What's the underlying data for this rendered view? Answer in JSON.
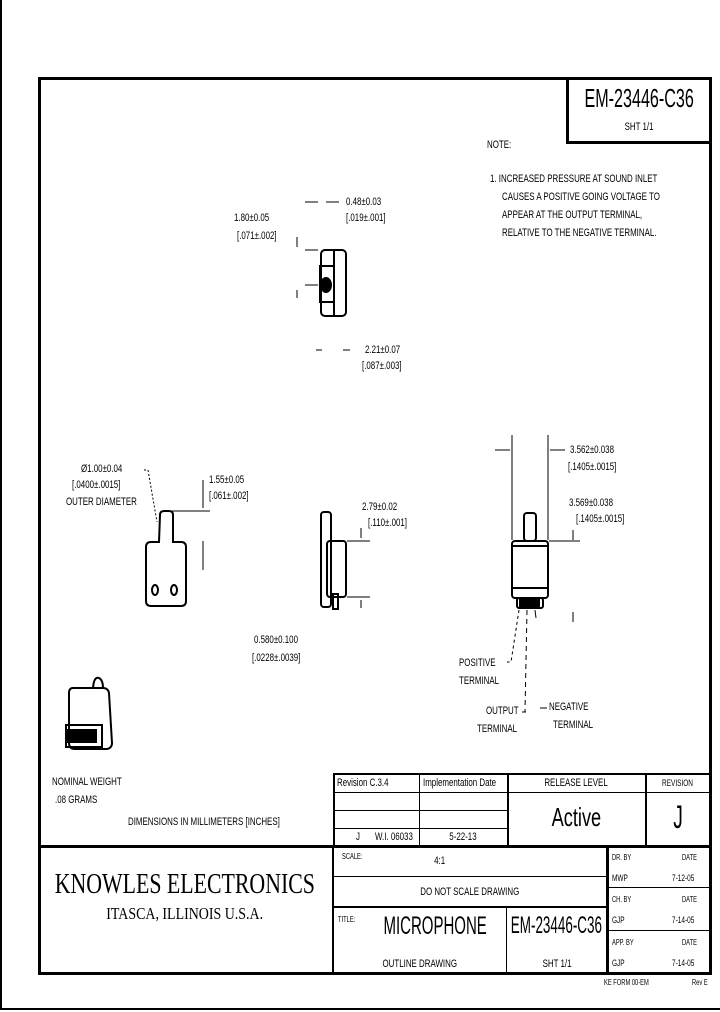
{
  "drawing": {
    "part_number": "EM-23446-C36",
    "sheet": "SHT 1/1",
    "notes": {
      "heading": "NOTE:",
      "lines": [
        "1. INCREASED PRESSURE AT SOUND INLET",
        "CAUSES A POSITIVE GOING VOLTAGE TO",
        "APPEAR AT THE OUTPUT TERMINAL,",
        "RELATIVE TO THE NEGATIVE TERMINAL."
      ]
    },
    "dimensions": {
      "top_width": [
        "0.48±0.03",
        "[.019±.001]"
      ],
      "top_height": [
        "1.80±0.05",
        "[.071±.002]"
      ],
      "top_depth": [
        "2.21±0.07",
        "[.087±.003]"
      ],
      "inlet_diameter": [
        "Ø1.00±0.04",
        "[.0400±.0015]",
        "OUTER DIAMETER"
      ],
      "tube_length": [
        "1.55±0.05",
        "[.061±.002]"
      ],
      "side_height": [
        "2.79±0.02",
        "[.110±.001]"
      ],
      "side_thickness": [
        "0.580±0.100",
        "[.0228±.0039]"
      ],
      "front_width": [
        "3.562±0.038",
        "[.1405±.0015]"
      ],
      "front_height": [
        "3.569±0.038",
        "[.1405±.0015]"
      ]
    },
    "terminals": {
      "positive": [
        "POSITIVE",
        "TERMINAL"
      ],
      "output": [
        "OUTPUT",
        "TERMINAL"
      ],
      "negative": [
        "NEGATIVE",
        "TERMINAL"
      ]
    },
    "weight": [
      "NOMINAL WEIGHT",
      ".08 GRAMS"
    ],
    "units_note": "DIMENSIONS IN MILLIMETERS [INCHES]"
  },
  "revision_table": {
    "headers": [
      "Revision C.3.4",
      "Implementation Date",
      "RELEASE LEVEL",
      "REVISION"
    ],
    "row": [
      "J",
      "W.I. 06033",
      "5-22-13"
    ],
    "release_level": "Active",
    "revision": "J"
  },
  "title_block": {
    "company": "KNOWLES ELECTRONICS",
    "location": "ITASCA, ILLINOIS U.S.A.",
    "scale_label": "SCALE:",
    "scale": "4:1",
    "do_not_scale": "DO NOT SCALE DRAWING",
    "title_label": "TITLE:",
    "title": "MICROPHONE",
    "subtitle": "OUTLINE DRAWING",
    "part_number": "EM-23446-C36",
    "sheet": "SHT 1/1",
    "approvals": [
      {
        "role": "DR. BY",
        "date_label": "DATE",
        "name": "MWP",
        "date": "7-12-05"
      },
      {
        "role": "CH. BY",
        "date_label": "DATE",
        "name": "GJP",
        "date": "7-14-05"
      },
      {
        "role": "APP. BY",
        "date_label": "DATE",
        "name": "GJP",
        "date": "7-14-05"
      }
    ],
    "form_id": "KE FORM 00-EM",
    "form_rev": "Rev E"
  }
}
